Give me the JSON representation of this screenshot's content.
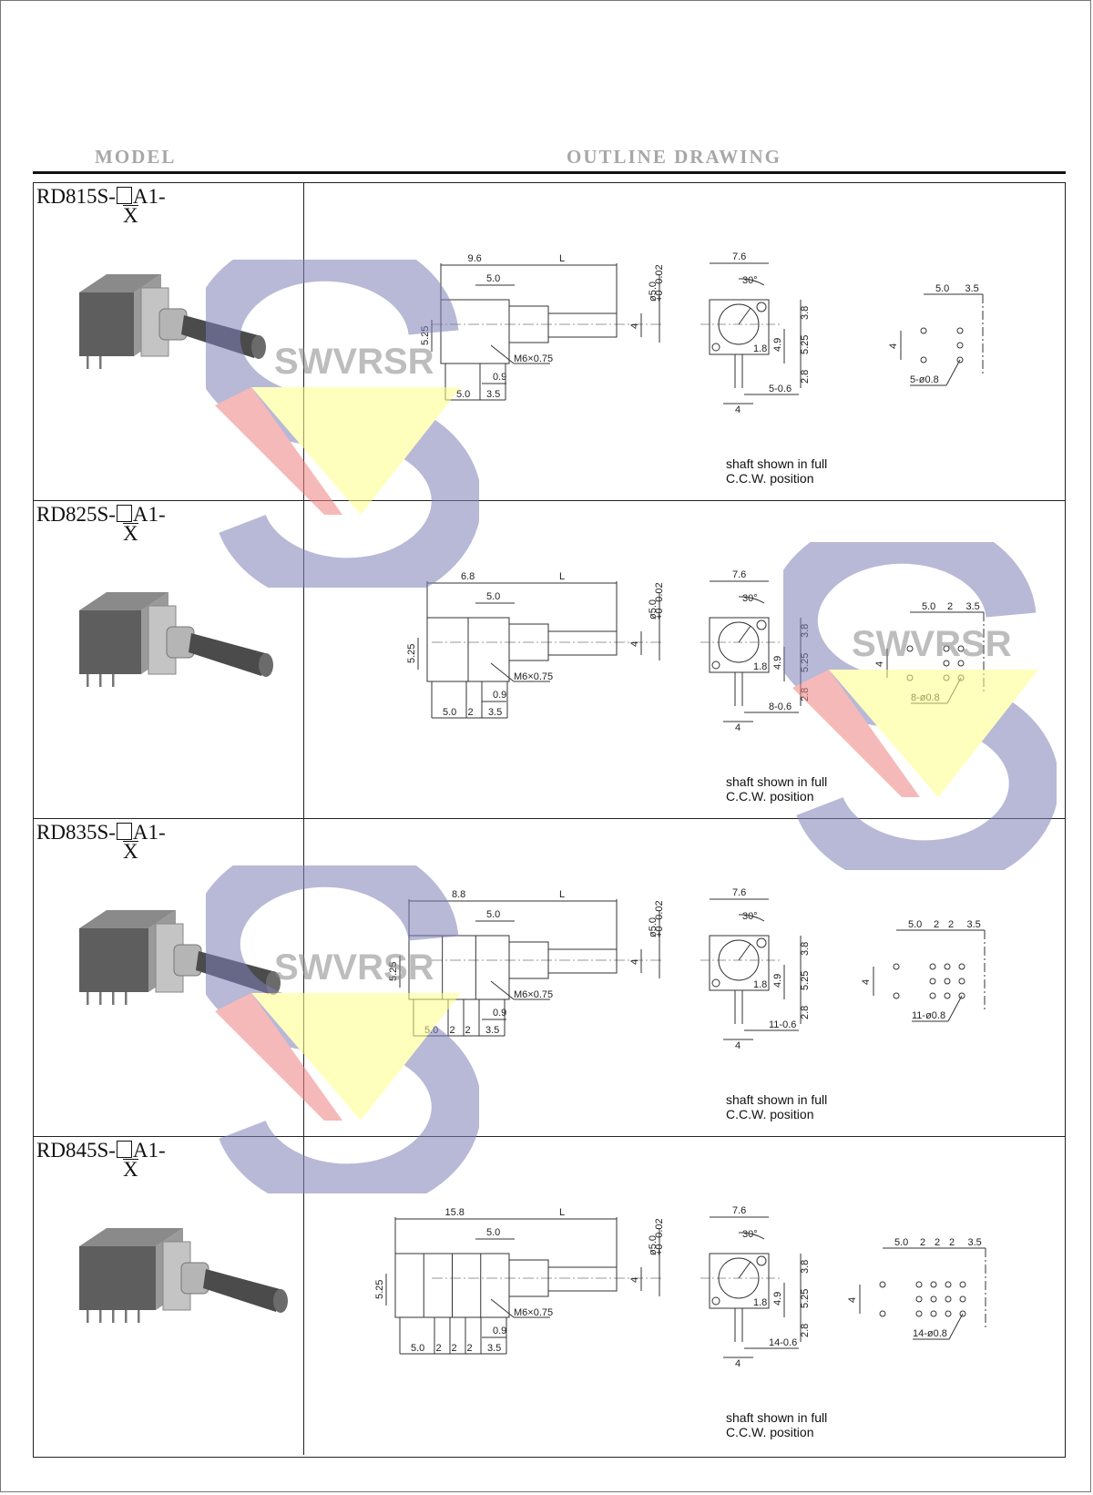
{
  "header": {
    "model_label": "MODEL",
    "drawing_label": "OUTLINE DRAWING"
  },
  "watermark_text": "SWVRSR",
  "rows": [
    {
      "model_prefix": "RD815S-",
      "model_suffix": "A1-",
      "model_var": "X",
      "dims": {
        "body_width": "9.6",
        "shaft_L": "L",
        "bushing": "5.0",
        "diameter": "ø5.0",
        "tol_plus": "+0",
        "tol_minus": "-0.02",
        "thread": "M6×0.75",
        "offset": "0.9",
        "h4": "4",
        "h525": "5.25",
        "pin_spacing": [
          "5.0",
          "3.5"
        ],
        "side_width": "7.6",
        "angle": "30°",
        "v38": "3.8",
        "v49": "4.9",
        "v525": "5.25",
        "v28": "2.8",
        "v18": "1.8",
        "bottom4": "4",
        "pin_note": "5-0.6",
        "pcb_top": [
          "5.0",
          "3.5"
        ],
        "pcb_side": "4",
        "pcb_holes": "5-ø0.8"
      },
      "note_line1": "shaft shown in full",
      "note_line2": "C.C.W. position"
    },
    {
      "model_prefix": "RD825S-",
      "model_suffix": "A1-",
      "model_var": "X",
      "dims": {
        "body_width": "6.8",
        "shaft_L": "L",
        "bushing": "5.0",
        "diameter": "ø5.0",
        "tol_plus": "+0",
        "tol_minus": "-0.02",
        "thread": "M6×0.75",
        "offset": "0.9",
        "h4": "4",
        "h525": "5.25",
        "pin_spacing": [
          "5.0",
          "2",
          "3.5"
        ],
        "side_width": "7.6",
        "angle": "30°",
        "v38": "3.8",
        "v49": "4.9",
        "v525": "5.25",
        "v28": "2.8",
        "v18": "1.8",
        "bottom4": "4",
        "pin_note": "8-0.6",
        "pcb_top": [
          "5.0",
          "2",
          "3.5"
        ],
        "pcb_side": "4",
        "pcb_holes": "8-ø0.8"
      },
      "note_line1": "shaft shown in full",
      "note_line2": "C.C.W. position"
    },
    {
      "model_prefix": "RD835S-",
      "model_suffix": "A1-",
      "model_var": "X",
      "dims": {
        "body_width": "8.8",
        "shaft_L": "L",
        "bushing": "5.0",
        "diameter": "ø5.0",
        "tol_plus": "+0",
        "tol_minus": "-0.02",
        "thread": "M6×0.75",
        "offset": "0.9",
        "h4": "4",
        "h525": "5.25",
        "pin_spacing": [
          "5.0",
          "2",
          "2",
          "3.5"
        ],
        "side_width": "7.6",
        "angle": "30°",
        "v38": "3.8",
        "v49": "4.9",
        "v525": "5.25",
        "v28": "2.8",
        "v18": "1.8",
        "bottom4": "4",
        "pin_note": "11-0.6",
        "pcb_top": [
          "5.0",
          "2",
          "2",
          "3.5"
        ],
        "pcb_side": "4",
        "pcb_holes": "11-ø0.8"
      },
      "note_line1": "shaft shown in full",
      "note_line2": "C.C.W. position"
    },
    {
      "model_prefix": "RD845S-",
      "model_suffix": "A1-",
      "model_var": "X",
      "dims": {
        "body_width": "15.8",
        "shaft_L": "L",
        "bushing": "5.0",
        "diameter": "ø5.0",
        "tol_plus": "+0",
        "tol_minus": "-0.02",
        "thread": "M6×0.75",
        "offset": "0.9",
        "h4": "4",
        "h525": "5.25",
        "pin_spacing": [
          "5.0",
          "2",
          "2",
          "2",
          "3.5"
        ],
        "side_width": "7.6",
        "angle": "30°",
        "v38": "3.8",
        "v49": "4.9",
        "v525": "5.25",
        "v28": "2.8",
        "v18": "1.8",
        "bottom4": "4",
        "pin_note": "14-0.6",
        "pcb_top": [
          "5.0",
          "2",
          "2",
          "2",
          "3.5"
        ],
        "pcb_side": "4",
        "pcb_holes": "14-ø0.8"
      },
      "note_line1": "shaft shown in full",
      "note_line2": "C.C.W. position"
    }
  ]
}
